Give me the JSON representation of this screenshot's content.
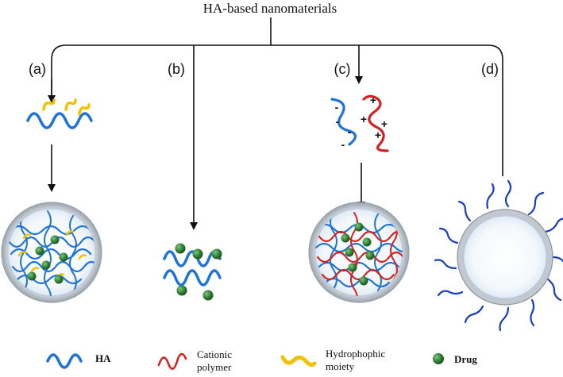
{
  "title": "HA-based nanomaterials",
  "panels": [
    {
      "label": "(a)"
    },
    {
      "label": "(b)"
    },
    {
      "label": "(c)"
    },
    {
      "label": "(d)"
    }
  ],
  "signs": {
    "negative": "-",
    "positive": "+"
  },
  "legend": {
    "ha": "HA",
    "cationic_line1": "Cationic",
    "cationic_line2": "polymer",
    "hydro_line1": "Hydrophophic",
    "hydro_line2": "moiety",
    "drug": "Drug"
  },
  "colors": {
    "ha": "#1e73d8",
    "cationic": "#d42020",
    "hydrophobic": "#f2c200",
    "drug": "#2e7d32",
    "arrow": "#111111"
  }
}
